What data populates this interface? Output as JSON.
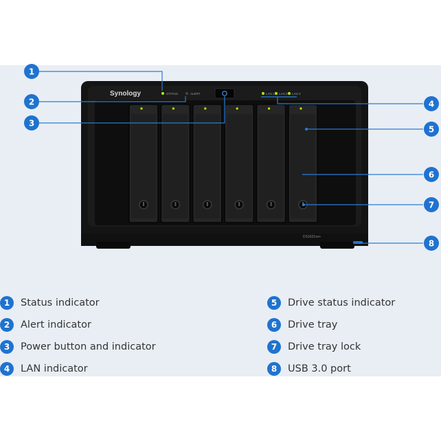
{
  "colors": {
    "accent": "#1f73cf",
    "background": "#e9eef4",
    "chassis": "#141414",
    "led_green": "#b8f000"
  },
  "device": {
    "brand_logo": "Synology",
    "model_label": "DS1621xs+",
    "front_led_labels": [
      "STATUS",
      "ALERT",
      "LAN 1",
      "LAN 2",
      "LAN 3"
    ],
    "drive_bay_count": 6
  },
  "callouts": [
    "1",
    "2",
    "3",
    "4",
    "5",
    "6",
    "7",
    "8"
  ],
  "legend": [
    {
      "num": "1",
      "label": "Status indicator"
    },
    {
      "num": "2",
      "label": "Alert indicator"
    },
    {
      "num": "3",
      "label": "Power button and indicator"
    },
    {
      "num": "4",
      "label": "LAN indicator"
    },
    {
      "num": "5",
      "label": "Drive status indicator"
    },
    {
      "num": "6",
      "label": "Drive tray"
    },
    {
      "num": "7",
      "label": "Drive tray lock"
    },
    {
      "num": "8",
      "label": "USB 3.0 port"
    }
  ]
}
